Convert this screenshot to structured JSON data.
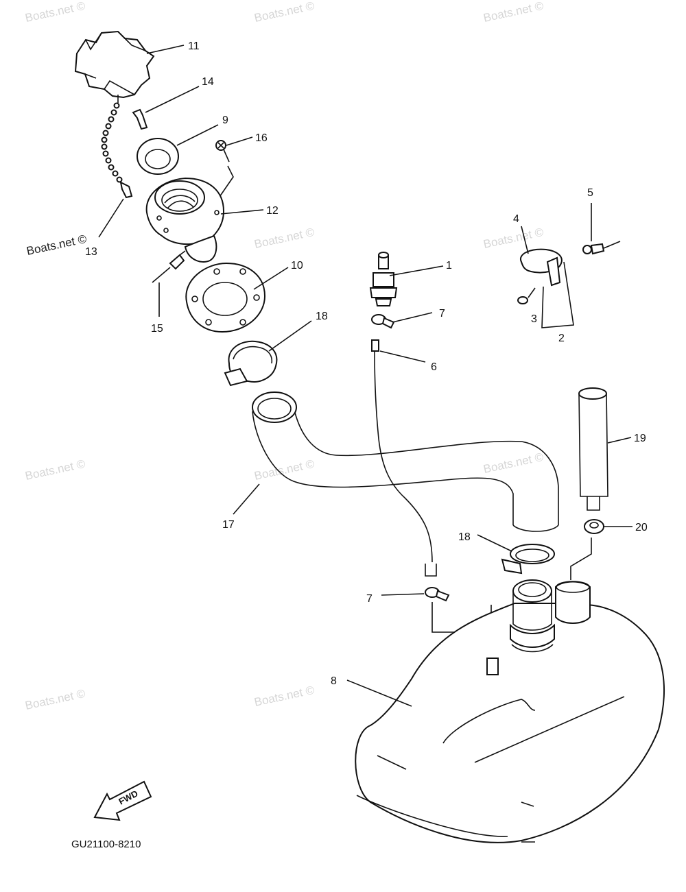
{
  "diagram_code": "GU21100-8210",
  "fwd_label": "FWD",
  "watermark_text": "Boats.net ©",
  "callouts": {
    "c1": "1",
    "c2": "2",
    "c3": "3",
    "c4": "4",
    "c5": "5",
    "c6": "6",
    "c7a": "7",
    "c7b": "7",
    "c8": "8",
    "c9": "9",
    "c10": "10",
    "c11": "11",
    "c12": "12",
    "c13": "13",
    "c14": "14",
    "c15": "15",
    "c16": "16",
    "c17": "17",
    "c18a": "18",
    "c18b": "18",
    "c19": "19",
    "c20": "20"
  }
}
